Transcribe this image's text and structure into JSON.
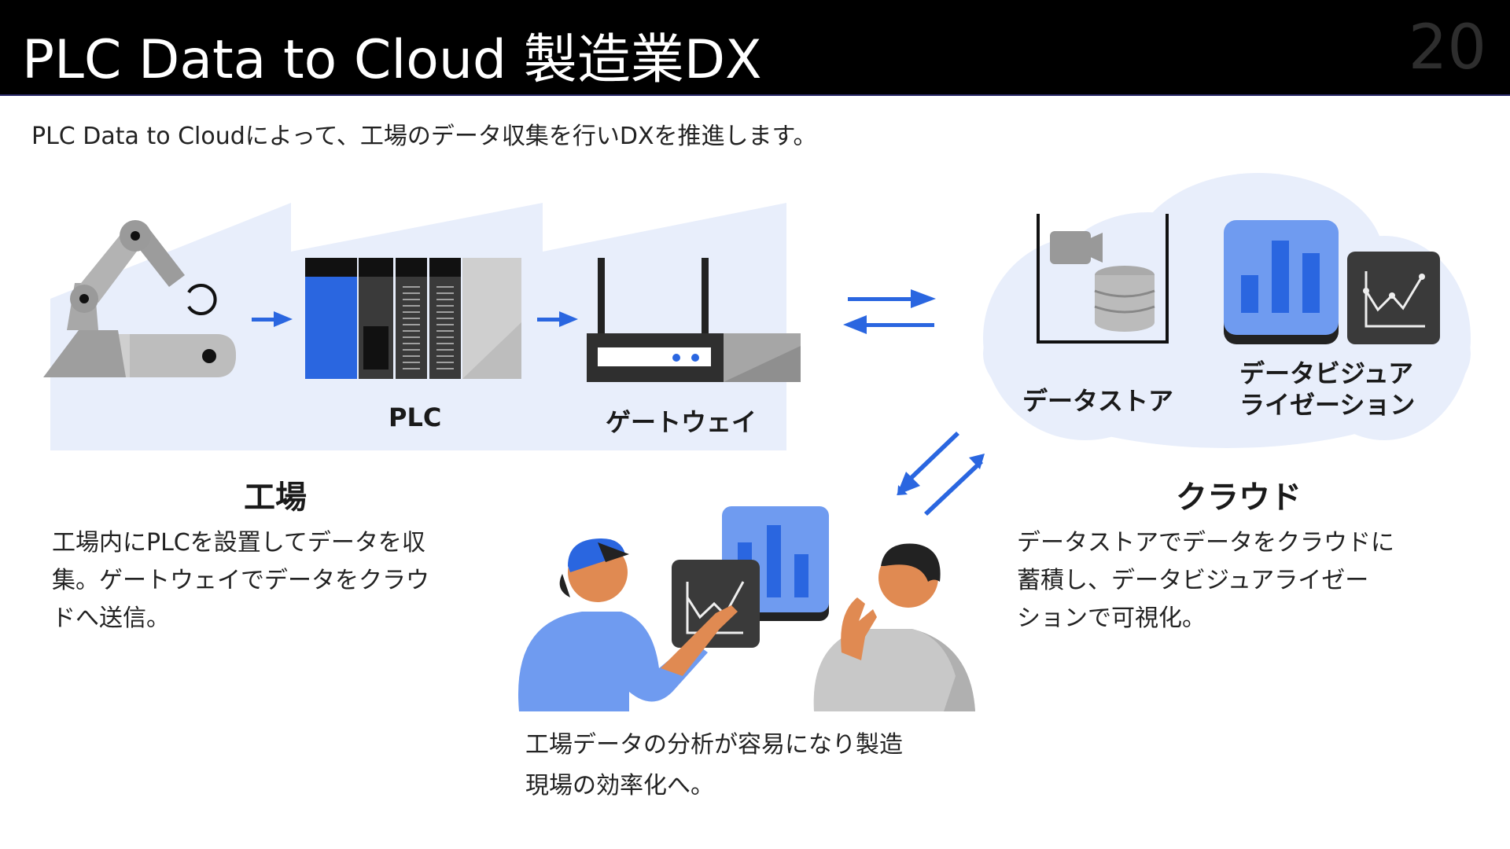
{
  "header": {
    "title": "PLC Data to Cloud 製造業DX",
    "slide_number": "20"
  },
  "subtitle": "PLC Data to Cloudによって、工場のデータ収集を行いDXを推進します。",
  "diagram": {
    "plc_label": "PLC",
    "gateway_label": "ゲートウェイ",
    "datastore_label": "データストア",
    "dataviz_label_lines": [
      "データビジュア",
      "ライゼーション"
    ]
  },
  "factory": {
    "heading": "工場",
    "description_lines": [
      "工場内にPLCを設置してデータを収",
      "集。ゲートウェイでデータをクラウ",
      "ドへ送信。"
    ]
  },
  "cloud": {
    "heading": "クラウド",
    "description_lines": [
      "データストアでデータをクラウドに",
      "蓄積し、データビジュアライゼー",
      "ションで可視化。"
    ]
  },
  "analysis": {
    "description_lines": [
      "工場データの分析が容易になり製造",
      "現場の効率化へ。"
    ]
  },
  "colors": {
    "accent_blue": "#2a66e0",
    "light_blue_bg": "#e8eefb",
    "chart_blue": "#6f9bf0",
    "dark_gray": "#3a3a3a",
    "mid_gray": "#a6a6a6",
    "light_gray": "#cfcfcf"
  }
}
